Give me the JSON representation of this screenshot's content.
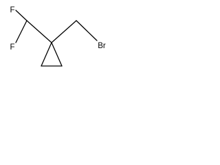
{
  "molecule": {
    "atoms": {
      "fluorine_top": "F",
      "fluorine_bottom": "F",
      "bromine": "Br"
    },
    "colors": {
      "bond": "#000000",
      "label": "#000000",
      "background": "#ffffff"
    }
  }
}
